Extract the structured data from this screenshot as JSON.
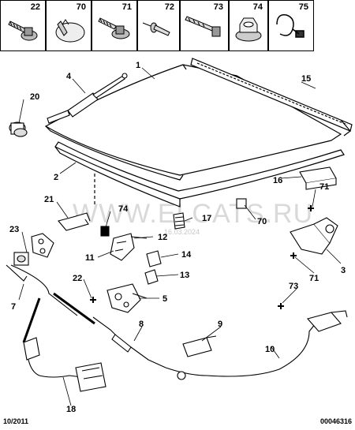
{
  "header_parts": [
    {
      "num": "22",
      "icon": "bolt-washer-icon"
    },
    {
      "num": "70",
      "icon": "plug-clip-icon"
    },
    {
      "num": "71",
      "icon": "screw-washer-icon"
    },
    {
      "num": "72",
      "icon": "rivet-icon"
    },
    {
      "num": "73",
      "icon": "long-screw-icon"
    },
    {
      "num": "74",
      "icon": "flange-nut-icon"
    },
    {
      "num": "75",
      "icon": "cable-tie-icon"
    }
  ],
  "callouts": {
    "c1": "1",
    "c2": "2",
    "c3": "3",
    "c4": "4",
    "c5": "5",
    "c7": "7",
    "c8": "8",
    "c9": "9",
    "c10": "10",
    "c11": "11",
    "c12": "12",
    "c13": "13",
    "c14": "14",
    "c15": "15",
    "c16": "16",
    "c17": "17",
    "c18": "18",
    "c20": "20",
    "c21": "21",
    "c22": "22",
    "c23": "23",
    "c70": "70",
    "c71a": "71",
    "c71b": "71",
    "c73": "73",
    "c74": "74"
  },
  "watermark": {
    "text": "WWW.ELCATS.RU",
    "date": "16.03.2024"
  },
  "footer": {
    "left": "10/2011",
    "right": "00046316"
  }
}
